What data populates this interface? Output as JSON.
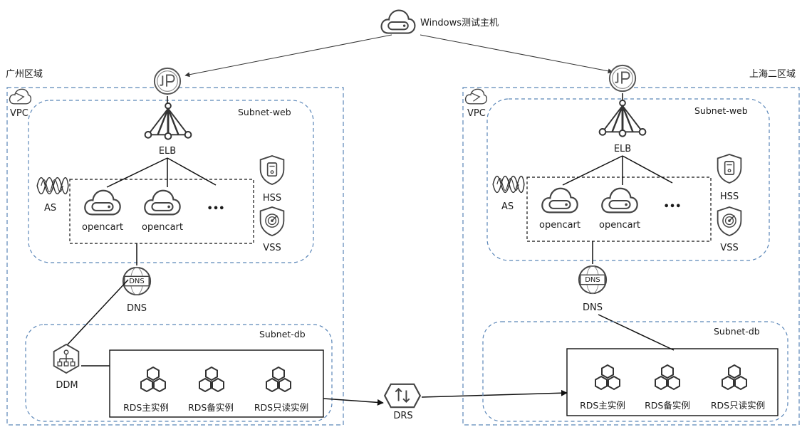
{
  "title": "Windows测试主机",
  "regions": {
    "left": "广州区域",
    "right": "上海二区域"
  },
  "vpc_label": "VPC",
  "subnets": {
    "web": "Subnet-web",
    "db": "Subnet-db"
  },
  "labels": {
    "elb": "ELB",
    "as": "AS",
    "hss": "HSS",
    "vss": "VSS",
    "dns": "DNS",
    "ddm": "DDM",
    "drs": "DRS",
    "opencart": "opencart",
    "ellipsis": "•••",
    "ip": "IP",
    "dns_glyph": "DNS"
  },
  "rds": {
    "primary": "RDS主实例",
    "standby": "RDS备实例",
    "readonly": "RDS只读实例"
  },
  "colors": {
    "frame_dash": "#5a86b8",
    "line": "#1a1a1a",
    "icon_stroke": "#444444",
    "arrow": "#444444"
  },
  "icons": [
    "server-cloud-icon",
    "eip-icon",
    "elb-icon",
    "as-icon",
    "hss-icon",
    "vss-icon",
    "dns-icon",
    "ddm-icon",
    "rds-icon",
    "drs-icon",
    "vpc-icon"
  ]
}
